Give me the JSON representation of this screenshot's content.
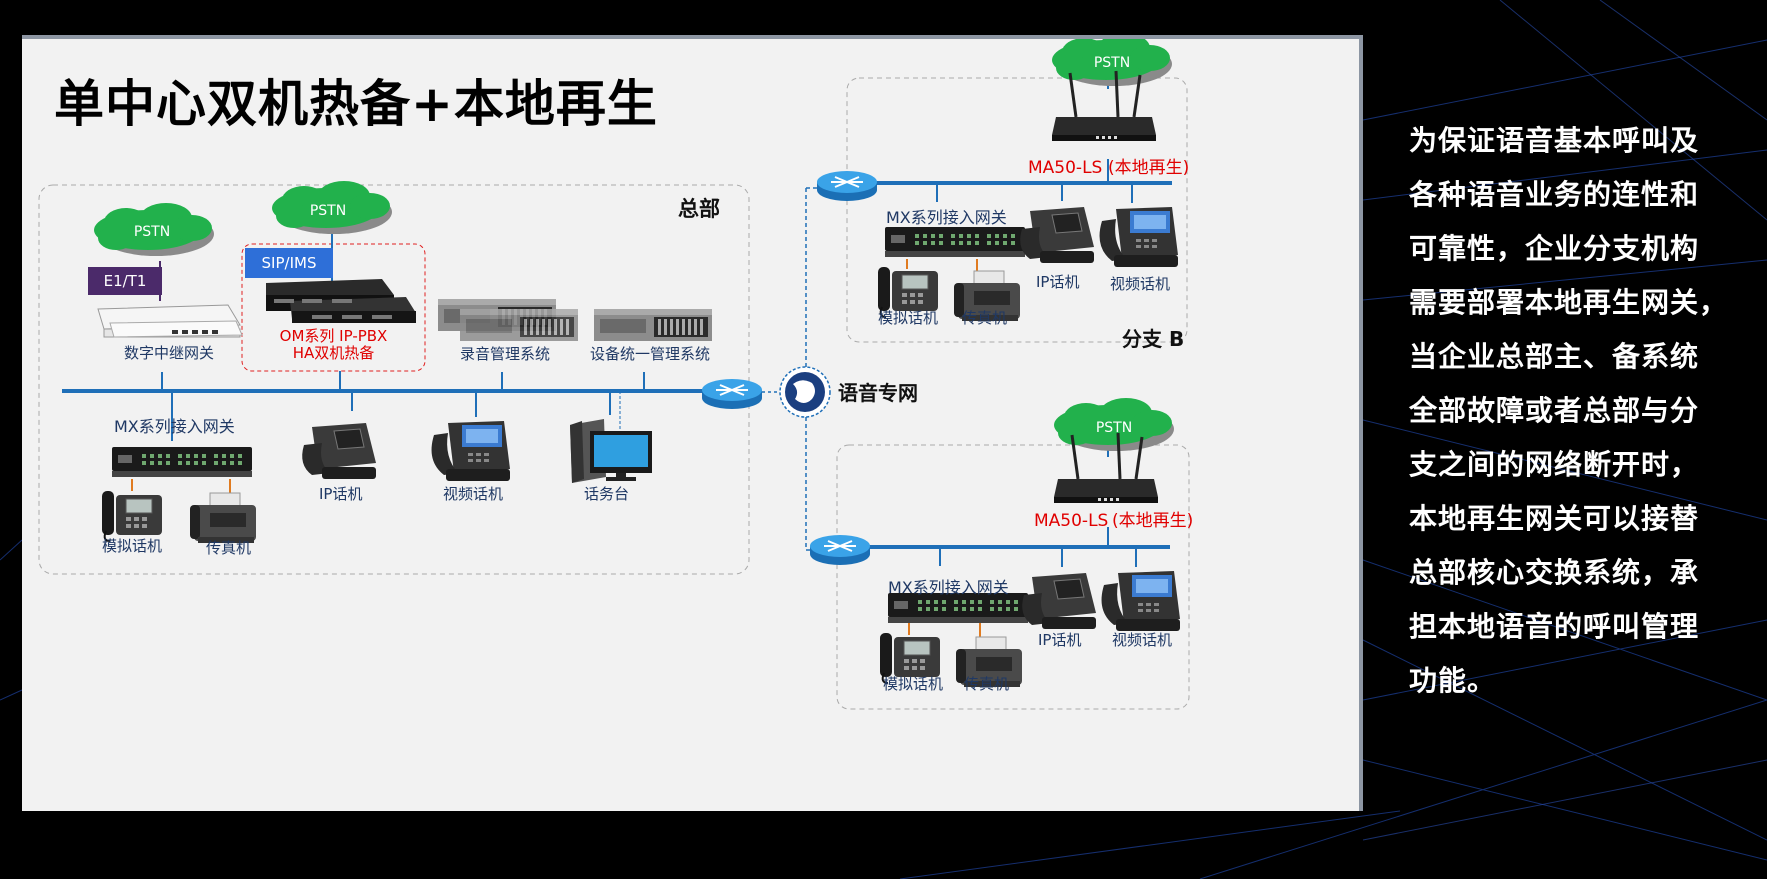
{
  "title": "单中心双机热备+本地再生",
  "hq": {
    "area_label": "总部",
    "pstn_left": "PSTN",
    "e1t1": "E1/T1",
    "trunk_gateway": "数字中继网关",
    "pstn_center": "PSTN",
    "sip_ims": "SIP/IMS",
    "ippbx_line1": "OM系列 IP-PBX",
    "ippbx_line2": "HA双机热备",
    "recording_system": "录音管理系统",
    "device_mgmt_system": "设备统一管理系统",
    "mx_gateway": "MX系列接入网关",
    "analog_phone": "模拟话机",
    "fax": "传真机",
    "ip_phone": "IP话机",
    "video_phone": "视频话机",
    "console": "话务台"
  },
  "network": {
    "label": "语音专网"
  },
  "branch_b": {
    "area_label": "分支 B",
    "pstn": "PSTN",
    "ma50_model": "MA50-LS",
    "ma50_note": "(本地再生)",
    "mx_gateway": "MX系列接入网关",
    "ip_phone": "IP话机",
    "video_phone": "视频话机",
    "analog_phone": "模拟话机",
    "fax": "传真机"
  },
  "branch_c": {
    "pstn": "PSTN",
    "ma50_model": "MA50-LS",
    "ma50_note": "(本地再生)",
    "mx_gateway": "MX系列接入网关",
    "ip_phone": "IP话机",
    "video_phone": "视频话机",
    "analog_phone": "模拟话机",
    "fax": "传真机"
  },
  "description": [
    "为保证语音基本呼叫及",
    "各种语音业务的连性和",
    "可靠性，企业分支机构",
    "需要部署本地再生网关，",
    "当企业总部主、备系统",
    "全部故障或者总部与分",
    "支之间的网络断开时，",
    "本地再生网关可以接替",
    "总部核心交换系统，承",
    "担本地语音的呼叫管理",
    "功能。"
  ],
  "colors": {
    "bus_line": "#1f6fb8",
    "cloud": "#22b14c",
    "e1t1_box": "#4b2a6a",
    "sip_box": "#2e6fd8",
    "ha_border": "#e02020",
    "panel": "#f2f2f2"
  }
}
